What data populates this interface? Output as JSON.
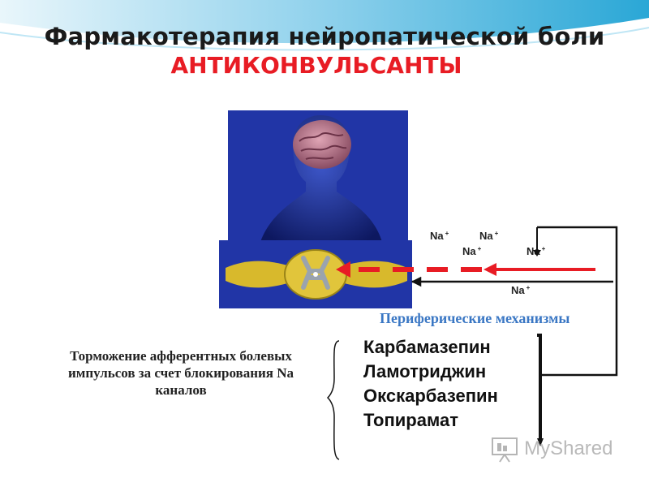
{
  "slide": {
    "title_line1": "Фармакотерапия нейропатической боли",
    "title_line2": "АНТИКОНВУЛЬСАНТЫ",
    "colors": {
      "title": "#1a1a1a",
      "subtitle": "#e81c24",
      "periph": "#3a77c4",
      "arrow": "#e81c24",
      "wave": "#2aa7d6"
    }
  },
  "diagram": {
    "sodium_labels": [
      "Na",
      "Na",
      "Na",
      "Na",
      "Na"
    ],
    "sodium_charge": "+",
    "peripheral_label": "Периферические механизмы",
    "mechanism_text": "Торможение афферентных болевых импульсов за счет блокирования Na каналов",
    "drugs": [
      "Карбамазепин",
      "Ламотриджин",
      "Окскарбазепин",
      "Топирамат"
    ]
  },
  "images": {
    "head": "human-head-brain-illustration",
    "cord": "spinal-cord-cross-section-illustration"
  },
  "watermark": {
    "icon": "presentation-board-icon",
    "text": "MyShared"
  }
}
